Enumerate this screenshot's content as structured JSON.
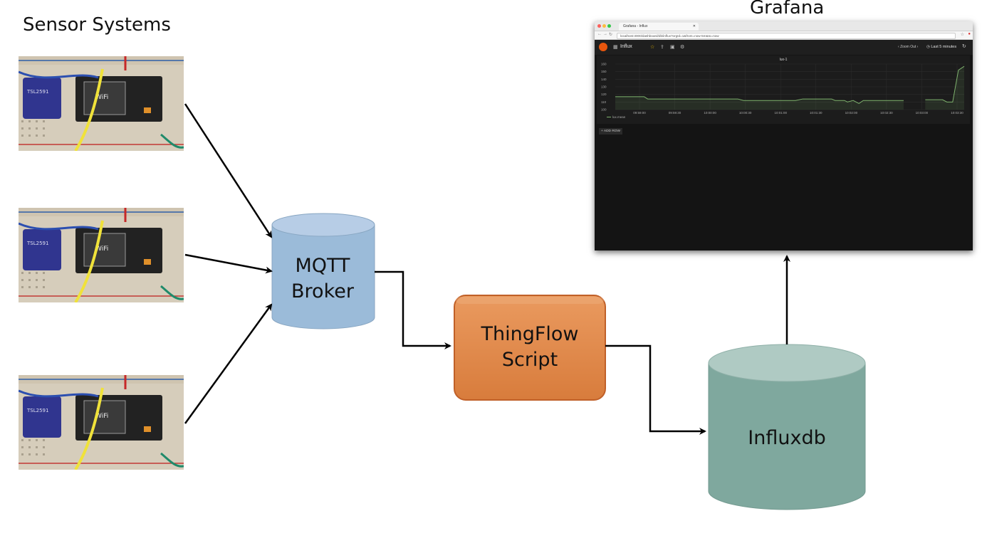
{
  "headings": {
    "sensor_systems": "Sensor Systems",
    "grafana": "Grafana"
  },
  "nodes": {
    "mqtt": {
      "line1": "MQTT",
      "line2": "Broker",
      "fill": "#9bbbd9",
      "top_fill": "#b5cce6"
    },
    "thingflow": {
      "line1": "ThingFlow",
      "line2": "Script",
      "fill": "#e08a4b",
      "border": "#c4652a"
    },
    "influxdb": {
      "label": "Influxdb",
      "fill": "#7fa89e",
      "top_fill": "#afcac3"
    }
  },
  "sensors": [
    {
      "board_text": "TSL2591",
      "module_text": "WiFi"
    },
    {
      "board_text": "TSL2591",
      "module_text": "WiFi"
    },
    {
      "board_text": "TSL2591",
      "module_text": "WiFi"
    }
  ],
  "grafana": {
    "tab_title": "Grafana - Influx",
    "url": "localhost:3000/dashboard/db/influx?orgId=1&from=now-5m&to=now",
    "dashboard_name": "Influx",
    "zoom_out": "Zoom Out",
    "time_range": "Last 5 minutes",
    "add_row": "+ ADD ROW",
    "panel": {
      "title": "lux-1",
      "legend": "lux.mean"
    }
  },
  "chart_data": {
    "type": "line",
    "title": "lux-1",
    "y_ticks": [
      "160",
      "150",
      "140",
      "130",
      "120",
      "110",
      "100"
    ],
    "ylim": [
      100,
      160
    ],
    "x_ticks": [
      "09:59:00",
      "09:59:30",
      "10:00:00",
      "10:00:30",
      "10:01:00",
      "10:01:30",
      "10:02:00",
      "10:02:30",
      "10:03:00",
      "10:03:30"
    ],
    "series": [
      {
        "name": "lux.mean",
        "color": "#7eb26d",
        "segments": [
          [
            [
              0,
              117
            ],
            [
              40,
              117
            ],
            [
              45,
              114
            ],
            [
              170,
              114
            ],
            [
              178,
              112
            ],
            [
              250,
              112
            ],
            [
              260,
              114
            ],
            [
              300,
              114
            ],
            [
              305,
              112
            ],
            [
              318,
              112
            ],
            [
              322,
              110
            ],
            [
              330,
              112
            ],
            [
              338,
              108
            ],
            [
              344,
              112
            ],
            [
              400,
              112
            ]
          ],
          [
            [
              430,
              113
            ],
            [
              454,
              113
            ],
            [
              460,
              110
            ],
            [
              468,
              110
            ],
            [
              476,
              152
            ],
            [
              484,
              157
            ]
          ]
        ]
      }
    ]
  },
  "connectors": [
    {
      "from": "sensor-1",
      "to": "mqtt"
    },
    {
      "from": "sensor-2",
      "to": "mqtt"
    },
    {
      "from": "sensor-3",
      "to": "mqtt"
    },
    {
      "from": "mqtt",
      "to": "thingflow"
    },
    {
      "from": "thingflow",
      "to": "influxdb"
    },
    {
      "from": "influxdb",
      "to": "grafana"
    }
  ]
}
